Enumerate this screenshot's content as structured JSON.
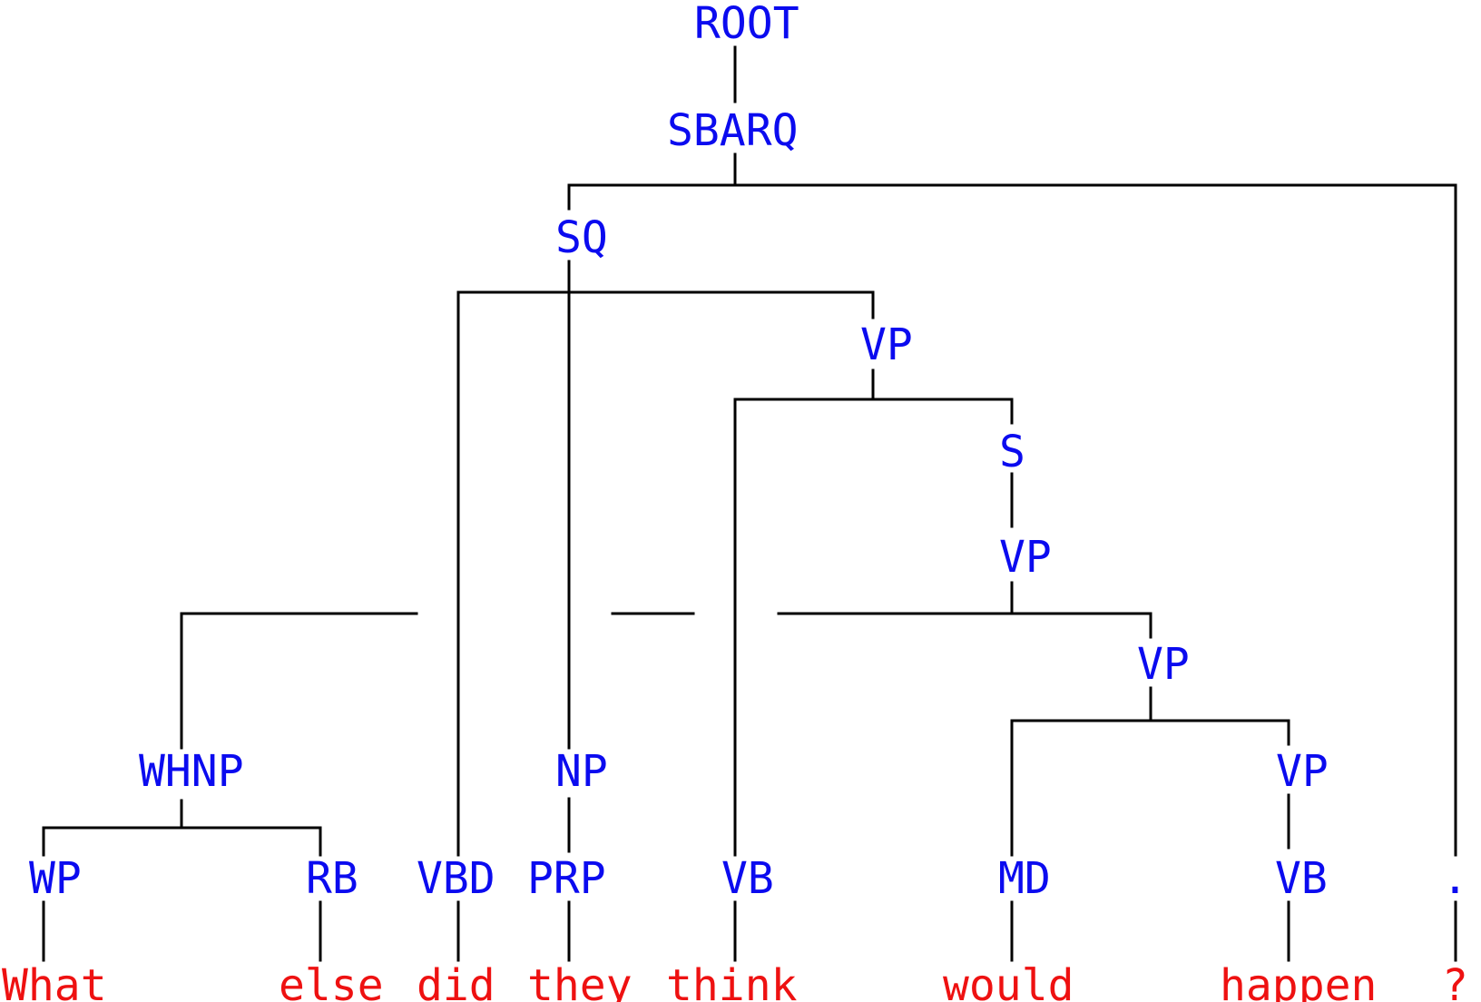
{
  "colors": {
    "nonterminal": "#0b0bef",
    "token": "#ee1111",
    "edge": "#000000",
    "background": "#ffffff"
  },
  "tree": {
    "nodes": [
      {
        "id": "root",
        "label": "ROOT"
      },
      {
        "id": "sbarq",
        "label": "SBARQ"
      },
      {
        "id": "sq",
        "label": "SQ"
      },
      {
        "id": "vp1",
        "label": "VP"
      },
      {
        "id": "s",
        "label": "S"
      },
      {
        "id": "vp2",
        "label": "VP"
      },
      {
        "id": "vp3",
        "label": "VP"
      },
      {
        "id": "whnp",
        "label": "WHNP"
      },
      {
        "id": "np",
        "label": "NP"
      },
      {
        "id": "vp4",
        "label": "VP"
      },
      {
        "id": "wp",
        "label": "WP"
      },
      {
        "id": "rb",
        "label": "RB"
      },
      {
        "id": "vbd",
        "label": "VBD"
      },
      {
        "id": "prp",
        "label": "PRP"
      },
      {
        "id": "vb1",
        "label": "VB"
      },
      {
        "id": "md",
        "label": "MD"
      },
      {
        "id": "vb2",
        "label": "VB"
      },
      {
        "id": "punct",
        "label": "."
      }
    ],
    "tokens": [
      {
        "id": "w-what",
        "text": "What"
      },
      {
        "id": "w-else",
        "text": "else"
      },
      {
        "id": "w-did",
        "text": "did"
      },
      {
        "id": "w-they",
        "text": "they"
      },
      {
        "id": "w-think",
        "text": "think"
      },
      {
        "id": "w-would",
        "text": "would"
      },
      {
        "id": "w-happen",
        "text": "happen"
      },
      {
        "id": "w-q",
        "text": "?"
      }
    ]
  }
}
